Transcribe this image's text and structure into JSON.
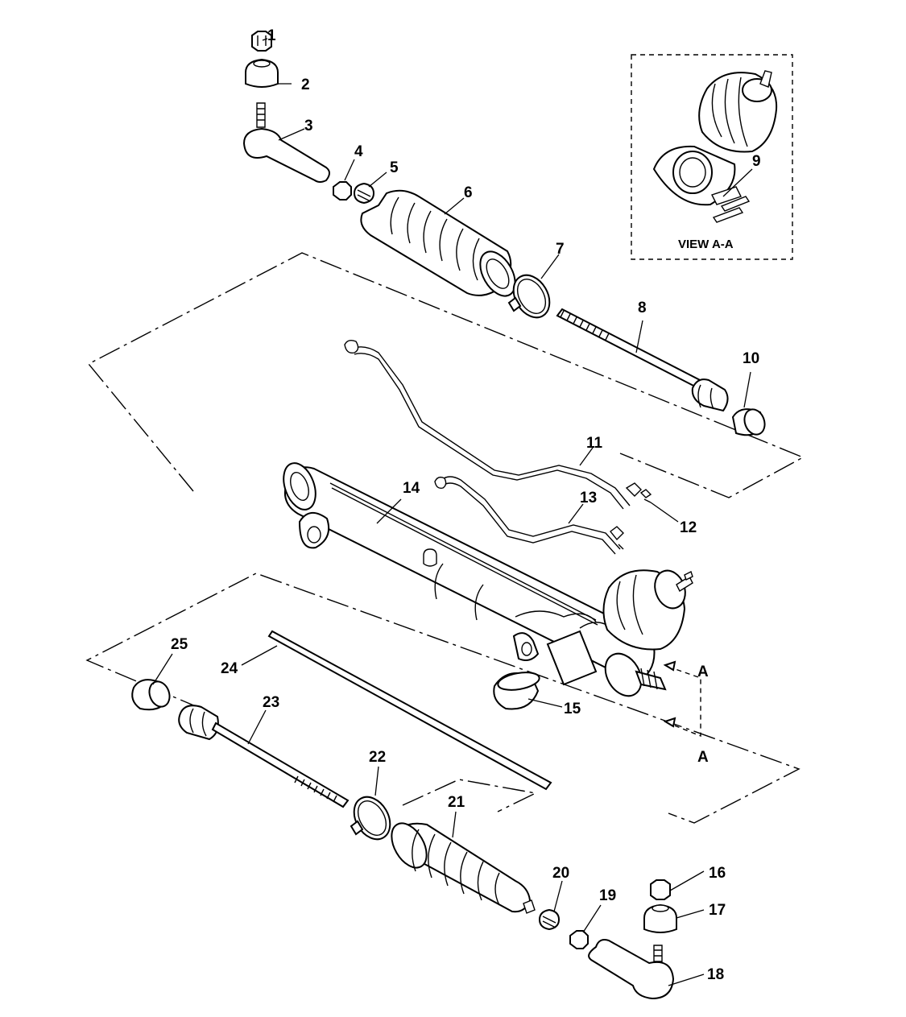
{
  "callouts": [
    "1",
    "2",
    "3",
    "4",
    "5",
    "6",
    "7",
    "8",
    "9",
    "10",
    "11",
    "12",
    "13",
    "14",
    "15",
    "16",
    "17",
    "18",
    "19",
    "20",
    "21",
    "22",
    "23",
    "24",
    "25"
  ],
  "view": {
    "label": "VIEW A-A",
    "arrow_letter": "A"
  },
  "colors": {
    "line": "#000000",
    "background": "#ffffff",
    "shade": "#777777"
  }
}
